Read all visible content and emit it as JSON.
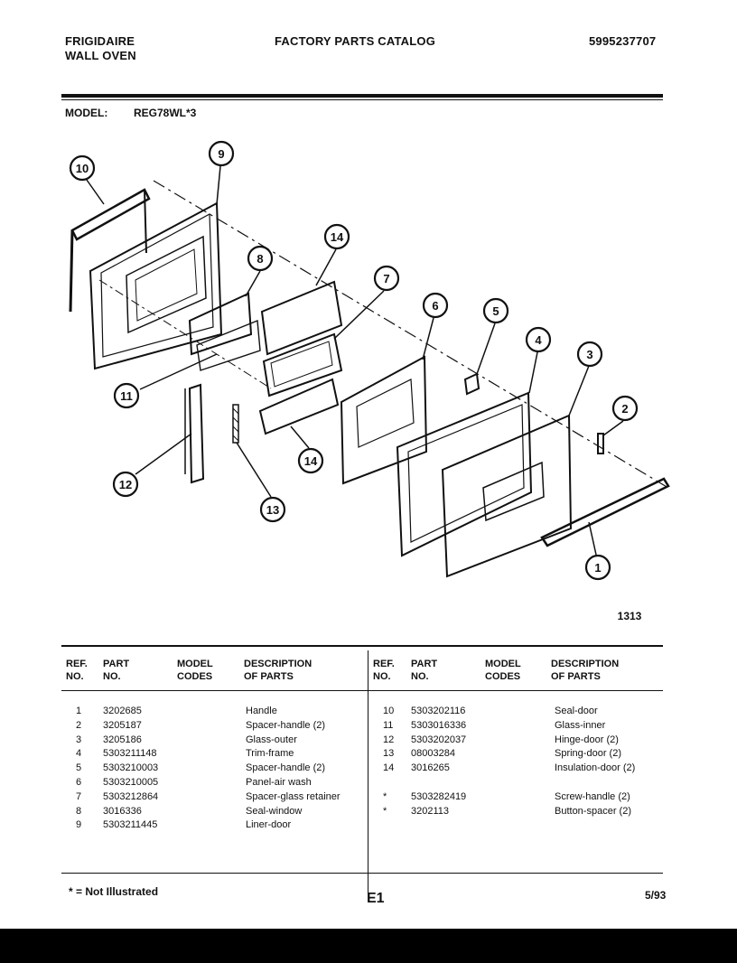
{
  "header": {
    "brand": "FRIGIDAIRE",
    "product": "WALL OVEN",
    "title": "FACTORY PARTS CATALOG",
    "catalog_number": "5995237707"
  },
  "model": {
    "label": "MODEL:",
    "value": "REG78WL*3"
  },
  "diagram": {
    "callouts": [
      "1",
      "2",
      "3",
      "4",
      "5",
      "6",
      "7",
      "8",
      "9",
      "10",
      "11",
      "12",
      "13",
      "14",
      "14"
    ],
    "figure_number": "1313"
  },
  "table": {
    "headers": {
      "ref": "REF.\nNO.",
      "part": "PART\nNO.",
      "model": "MODEL\nCODES",
      "desc": "DESCRIPTION\nOF PARTS"
    },
    "left_rows": [
      {
        "ref": "1",
        "part": "3202685",
        "desc": "Handle"
      },
      {
        "ref": "2",
        "part": "3205187",
        "desc": "Spacer-handle (2)"
      },
      {
        "ref": "3",
        "part": "3205186",
        "desc": "Glass-outer"
      },
      {
        "ref": "4",
        "part": "5303211148",
        "desc": "Trim-frame"
      },
      {
        "ref": "5",
        "part": "5303210003",
        "desc": "Spacer-handle (2)"
      },
      {
        "ref": "6",
        "part": "5303210005",
        "desc": "Panel-air wash"
      },
      {
        "ref": "7",
        "part": "5303212864",
        "desc": "Spacer-glass retainer"
      },
      {
        "ref": "8",
        "part": "3016336",
        "desc": "Seal-window"
      },
      {
        "ref": "9",
        "part": "5303211445",
        "desc": "Liner-door"
      }
    ],
    "right_rows": [
      {
        "ref": "10",
        "part": "5303202116",
        "desc": "Seal-door"
      },
      {
        "ref": "11",
        "part": "5303016336",
        "desc": "Glass-inner"
      },
      {
        "ref": "12",
        "part": "5303202037",
        "desc": "Hinge-door (2)"
      },
      {
        "ref": "13",
        "part": "08003284",
        "desc": "Spring-door (2)"
      },
      {
        "ref": "14",
        "part": "3016265",
        "desc": "Insulation-door (2)"
      },
      {
        "ref": "*",
        "part": "5303282419",
        "desc": "Screw-handle (2)"
      },
      {
        "ref": "*",
        "part": "3202113",
        "desc": "Button-spacer (2)"
      }
    ]
  },
  "footer": {
    "note": "* = Not Illustrated",
    "page": "E1",
    "date": "5/93"
  }
}
